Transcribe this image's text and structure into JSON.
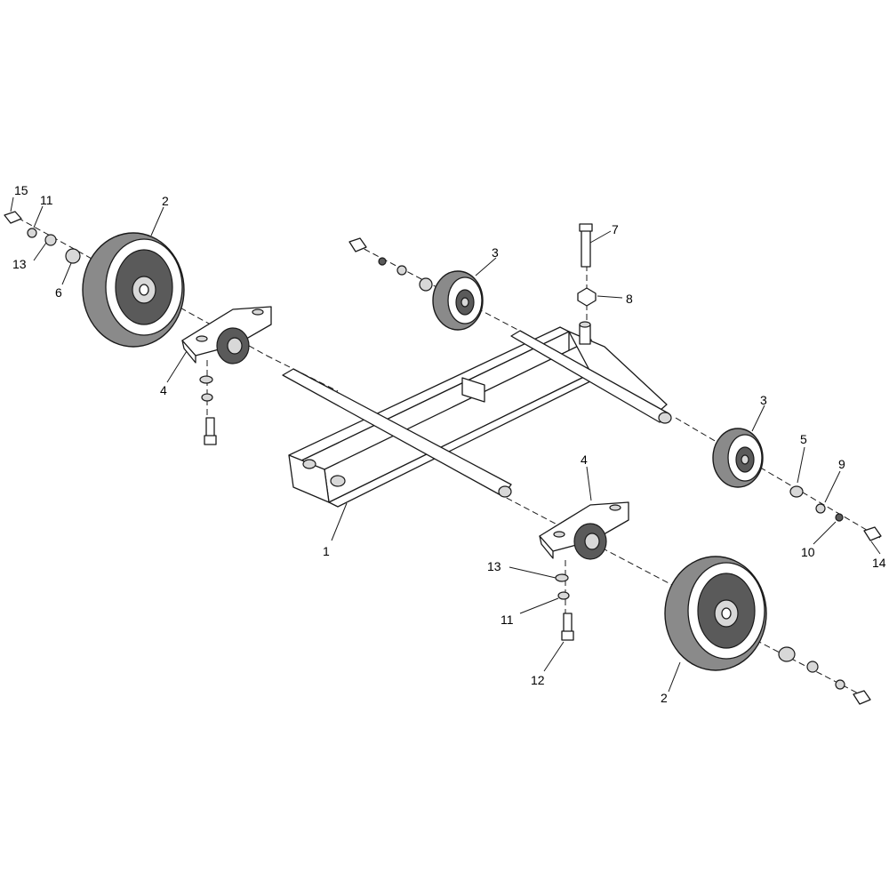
{
  "callouts": [
    {
      "id": "c15a",
      "label": "15"
    },
    {
      "id": "c11a",
      "label": "11"
    },
    {
      "id": "c13a",
      "label": "13"
    },
    {
      "id": "c6",
      "label": "6"
    },
    {
      "id": "c2a",
      "label": "2"
    },
    {
      "id": "c4a",
      "label": "4"
    },
    {
      "id": "c3a",
      "label": "3"
    },
    {
      "id": "c7",
      "label": "7"
    },
    {
      "id": "c8",
      "label": "8"
    },
    {
      "id": "c3b",
      "label": "3"
    },
    {
      "id": "c5",
      "label": "5"
    },
    {
      "id": "c9",
      "label": "9"
    },
    {
      "id": "c10",
      "label": "10"
    },
    {
      "id": "c14",
      "label": "14"
    },
    {
      "id": "c1",
      "label": "1"
    },
    {
      "id": "c4b",
      "label": "4"
    },
    {
      "id": "c13b",
      "label": "13"
    },
    {
      "id": "c11b",
      "label": "11"
    },
    {
      "id": "c12",
      "label": "12"
    },
    {
      "id": "c2b",
      "label": "2"
    }
  ]
}
